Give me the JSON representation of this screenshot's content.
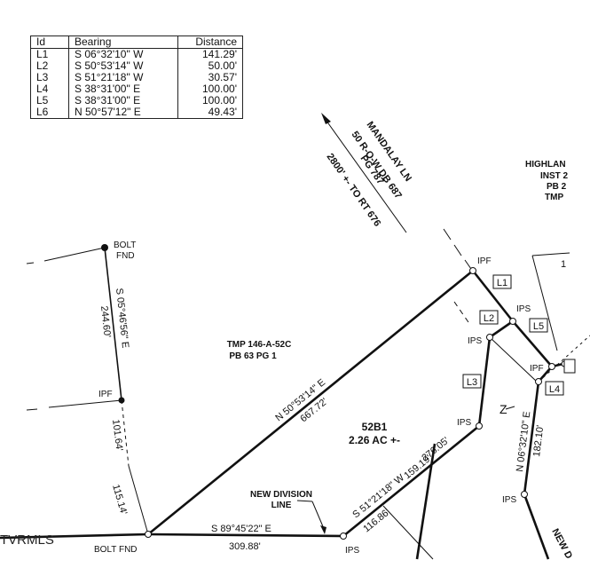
{
  "line_table": {
    "headers": [
      "Id",
      "Bearing",
      "Distance"
    ],
    "rows": [
      {
        "id": "L1",
        "bearing": "S 06°32'10\" W",
        "distance": "141.29'"
      },
      {
        "id": "L2",
        "bearing": "S 50°53'14\" W",
        "distance": "50.00'"
      },
      {
        "id": "L3",
        "bearing": "S 51°21'18\" W",
        "distance": "30.57'"
      },
      {
        "id": "L4",
        "bearing": "S 38°31'00\" E",
        "distance": "100.00'"
      },
      {
        "id": "L5",
        "bearing": "S 38°31'00\" E",
        "distance": "100.00'"
      },
      {
        "id": "L6",
        "bearing": "N 50°57'12\" E",
        "distance": "49.43'"
      }
    ]
  },
  "road": {
    "line1": "MANDALAY LN",
    "line2": "50 R-O-W DB 687",
    "line3": "PG 787",
    "line4": "2800' +- TO RT 676"
  },
  "highland": {
    "line1": "HIGHLAN",
    "line2": "INST 2",
    "line3": "PB 2",
    "line4": "TMP"
  },
  "parcel_adjacent": {
    "line1": "TMP 146-A-52C",
    "line2": "PB 63 PG 1"
  },
  "parcel_main": {
    "id": "52B1",
    "area": "2.26 AC +-"
  },
  "new_division": {
    "line1": "NEW DIVISION",
    "line2": "LINE"
  },
  "markers": {
    "bolt_fnd_top_1": "BOLT",
    "bolt_fnd_top_2": "FND",
    "bolt_fnd_bottom": "BOLT FND",
    "ipf_left": "IPF",
    "ipf_top": "IPF",
    "ipf_right": "IPF",
    "ips_l4": "IPS",
    "ips_l2": "IPS",
    "ips_l1": "IPS",
    "ips_bottom": "IPS",
    "ips_right": "IPS"
  },
  "line_labels": [
    "L1",
    "L2",
    "L3",
    "L4",
    "L5"
  ],
  "bearings": {
    "west_bearing": "S 05°46'56\" E",
    "west_distance": "244.60'",
    "west_lower_1": "101.64'",
    "west_lower_2": "115.14'",
    "diag_bearing": "N 50°53'14\" E",
    "diag_distance": "667.72'",
    "south_bearing": "S 89°45'22\" E",
    "south_distance": "309.88'",
    "se_bearing": "S 51°21'18\" W",
    "se_distance_total": "276.05'",
    "se_distance_1": "159.19'",
    "se_distance_2": "116.86'",
    "east_bearing": "N 06°32'10\" E",
    "east_distance": "182.10'",
    "partial_right": "1",
    "new_road_partial": "NEW D",
    "z_mark": "Z"
  },
  "watermark": "TVRMLS"
}
